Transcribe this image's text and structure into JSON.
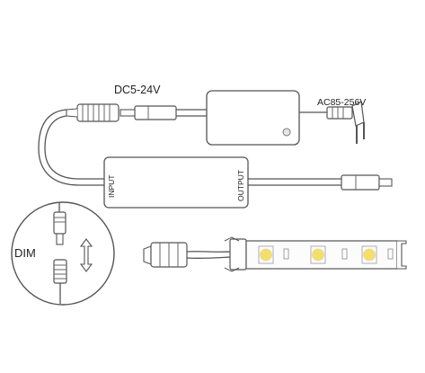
{
  "labels": {
    "dc_input": "DC5-24V",
    "ac_input": "AC85-256V",
    "controller_input": "INPUT",
    "controller_output": "OUTPUT",
    "dim": "DIM"
  },
  "colors": {
    "stroke": "#555555",
    "led_yellow": "#f4df6a",
    "led_ring": "#e8d9a8"
  },
  "icons": {
    "dim_arrow": "double-arrow-vertical-icon"
  }
}
